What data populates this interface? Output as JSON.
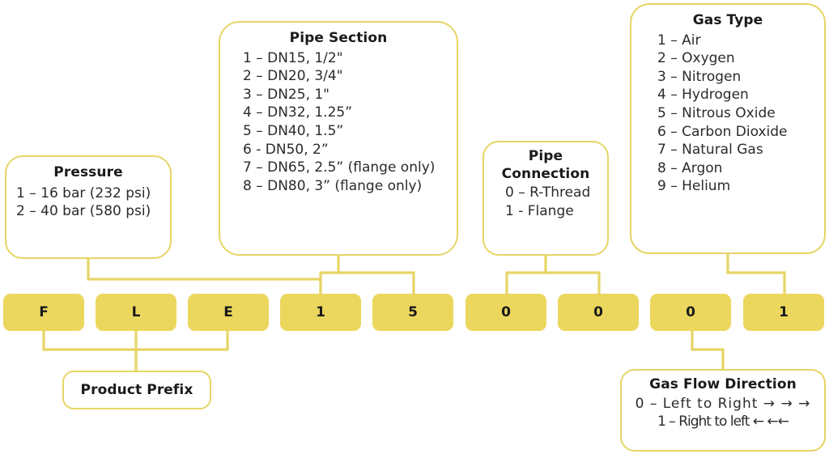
{
  "colors": {
    "block_fill": "#ecd75e",
    "box_border": "#e6d566",
    "connector": "#e6d566",
    "text": "#231f20",
    "background": "#ffffff"
  },
  "code": {
    "blocks": [
      {
        "char": "F"
      },
      {
        "char": "L"
      },
      {
        "char": "E"
      },
      {
        "char": "1"
      },
      {
        "char": "5"
      },
      {
        "char": "0"
      },
      {
        "char": "0"
      },
      {
        "char": "0"
      },
      {
        "char": "1"
      }
    ]
  },
  "callouts": {
    "pressure": {
      "title": "Pressure",
      "items": [
        "1 – 16 bar (232 psi)",
        "2 – 40 bar (580 psi)"
      ]
    },
    "pipe_section": {
      "title": "Pipe Section",
      "items": [
        "1 – DN15, 1/2\"",
        "2 – DN20, 3/4\"",
        "3 – DN25, 1\"",
        "4 – DN32, 1.25”",
        "5 – DN40, 1.5”",
        "6 - DN50, 2”",
        "7 – DN65, 2.5” (flange only)",
        "8 – DN80, 3” (flange only)"
      ]
    },
    "pipe_connection": {
      "title_line1": "Pipe",
      "title_line2": "Connection",
      "items": [
        "0 – R-Thread",
        "1 - Flange"
      ]
    },
    "gas_type": {
      "title": "Gas Type",
      "items": [
        "1 – Air",
        "2 – Oxygen",
        "3 – Nitrogen",
        "4 – Hydrogen",
        "5 – Nitrous Oxide",
        "6 – Carbon Dioxide",
        "7 – Natural Gas",
        "8 – Argon",
        "9 – Helium"
      ]
    },
    "product_prefix": {
      "title": "Product Prefix"
    },
    "gas_flow_direction": {
      "title": "Gas Flow Direction",
      "items": [
        "0 – Left to Right → → →",
        "1 – Right to left ← ←←"
      ]
    }
  }
}
